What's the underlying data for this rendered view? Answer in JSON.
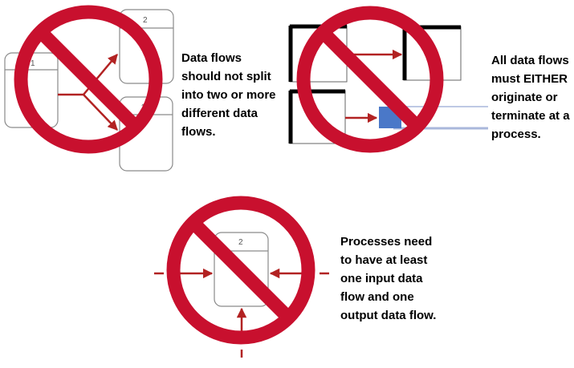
{
  "rules": [
    {
      "id": "no-split",
      "lines": [
        "Data flows",
        "should not split",
        "into two or more",
        "different data",
        "flows."
      ],
      "process_labels": [
        "1",
        "2",
        "3"
      ]
    },
    {
      "id": "originate-terminate",
      "lines": [
        "All data flows",
        "must EITHER",
        "originate or",
        "terminate at a",
        "process."
      ]
    },
    {
      "id": "input-output",
      "lines": [
        "Processes need",
        "to have at least",
        "one input data",
        "flow and one",
        "output data flow."
      ],
      "process_labels": [
        "2"
      ]
    }
  ],
  "colors": {
    "prohibition": "#c8102e",
    "arrow": "#b22222",
    "process_border": "#8a8a8a",
    "entity_border": "#000000",
    "data_store_fill": "#4a78c8",
    "data_store_line": "#a9b7db"
  }
}
